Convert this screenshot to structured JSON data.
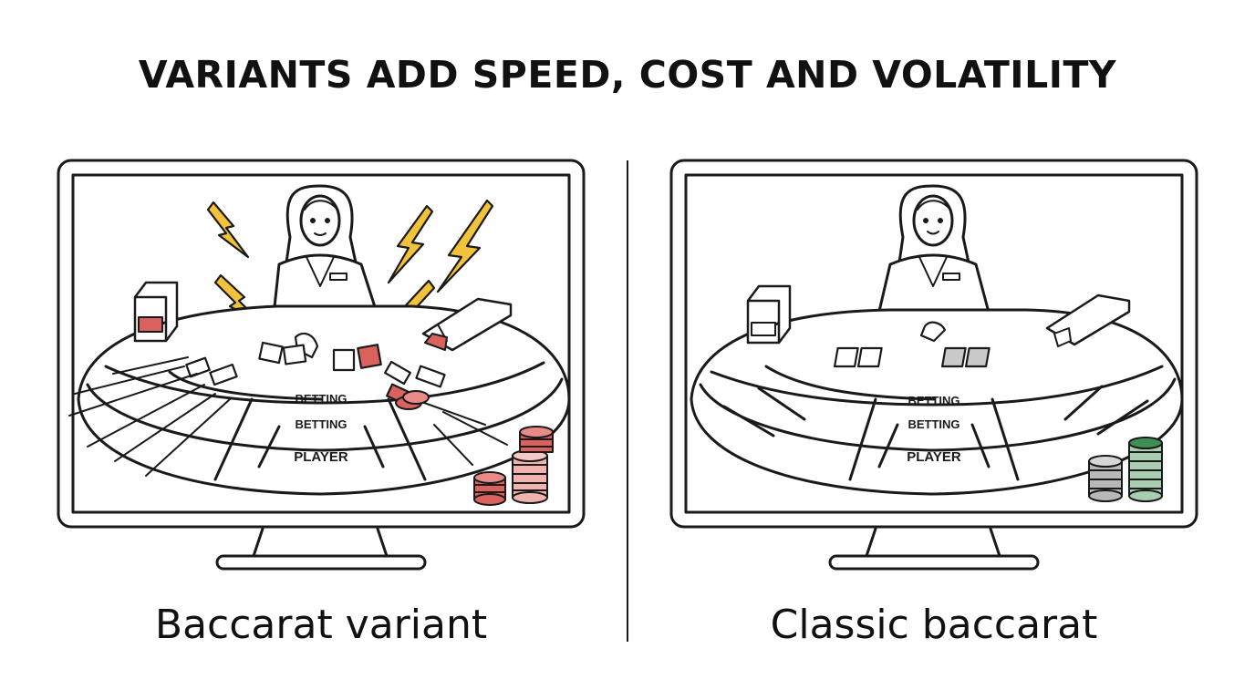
{
  "title": "VARIANTS ADD SPEED, COST AND VOLATILITY",
  "panels": [
    {
      "caption": "Baccarat variant",
      "table_labels": [
        "BETTING",
        "BETTING",
        "PLAYER"
      ],
      "accent": "#d9625f",
      "bolt_color": "#f2c33a"
    },
    {
      "caption": "Classic baccarat",
      "table_labels": [
        "BETTING",
        "BETTING",
        "PLAYER"
      ],
      "accent": "#3f8f52",
      "chip_grey": "#b8b8b8"
    }
  ]
}
